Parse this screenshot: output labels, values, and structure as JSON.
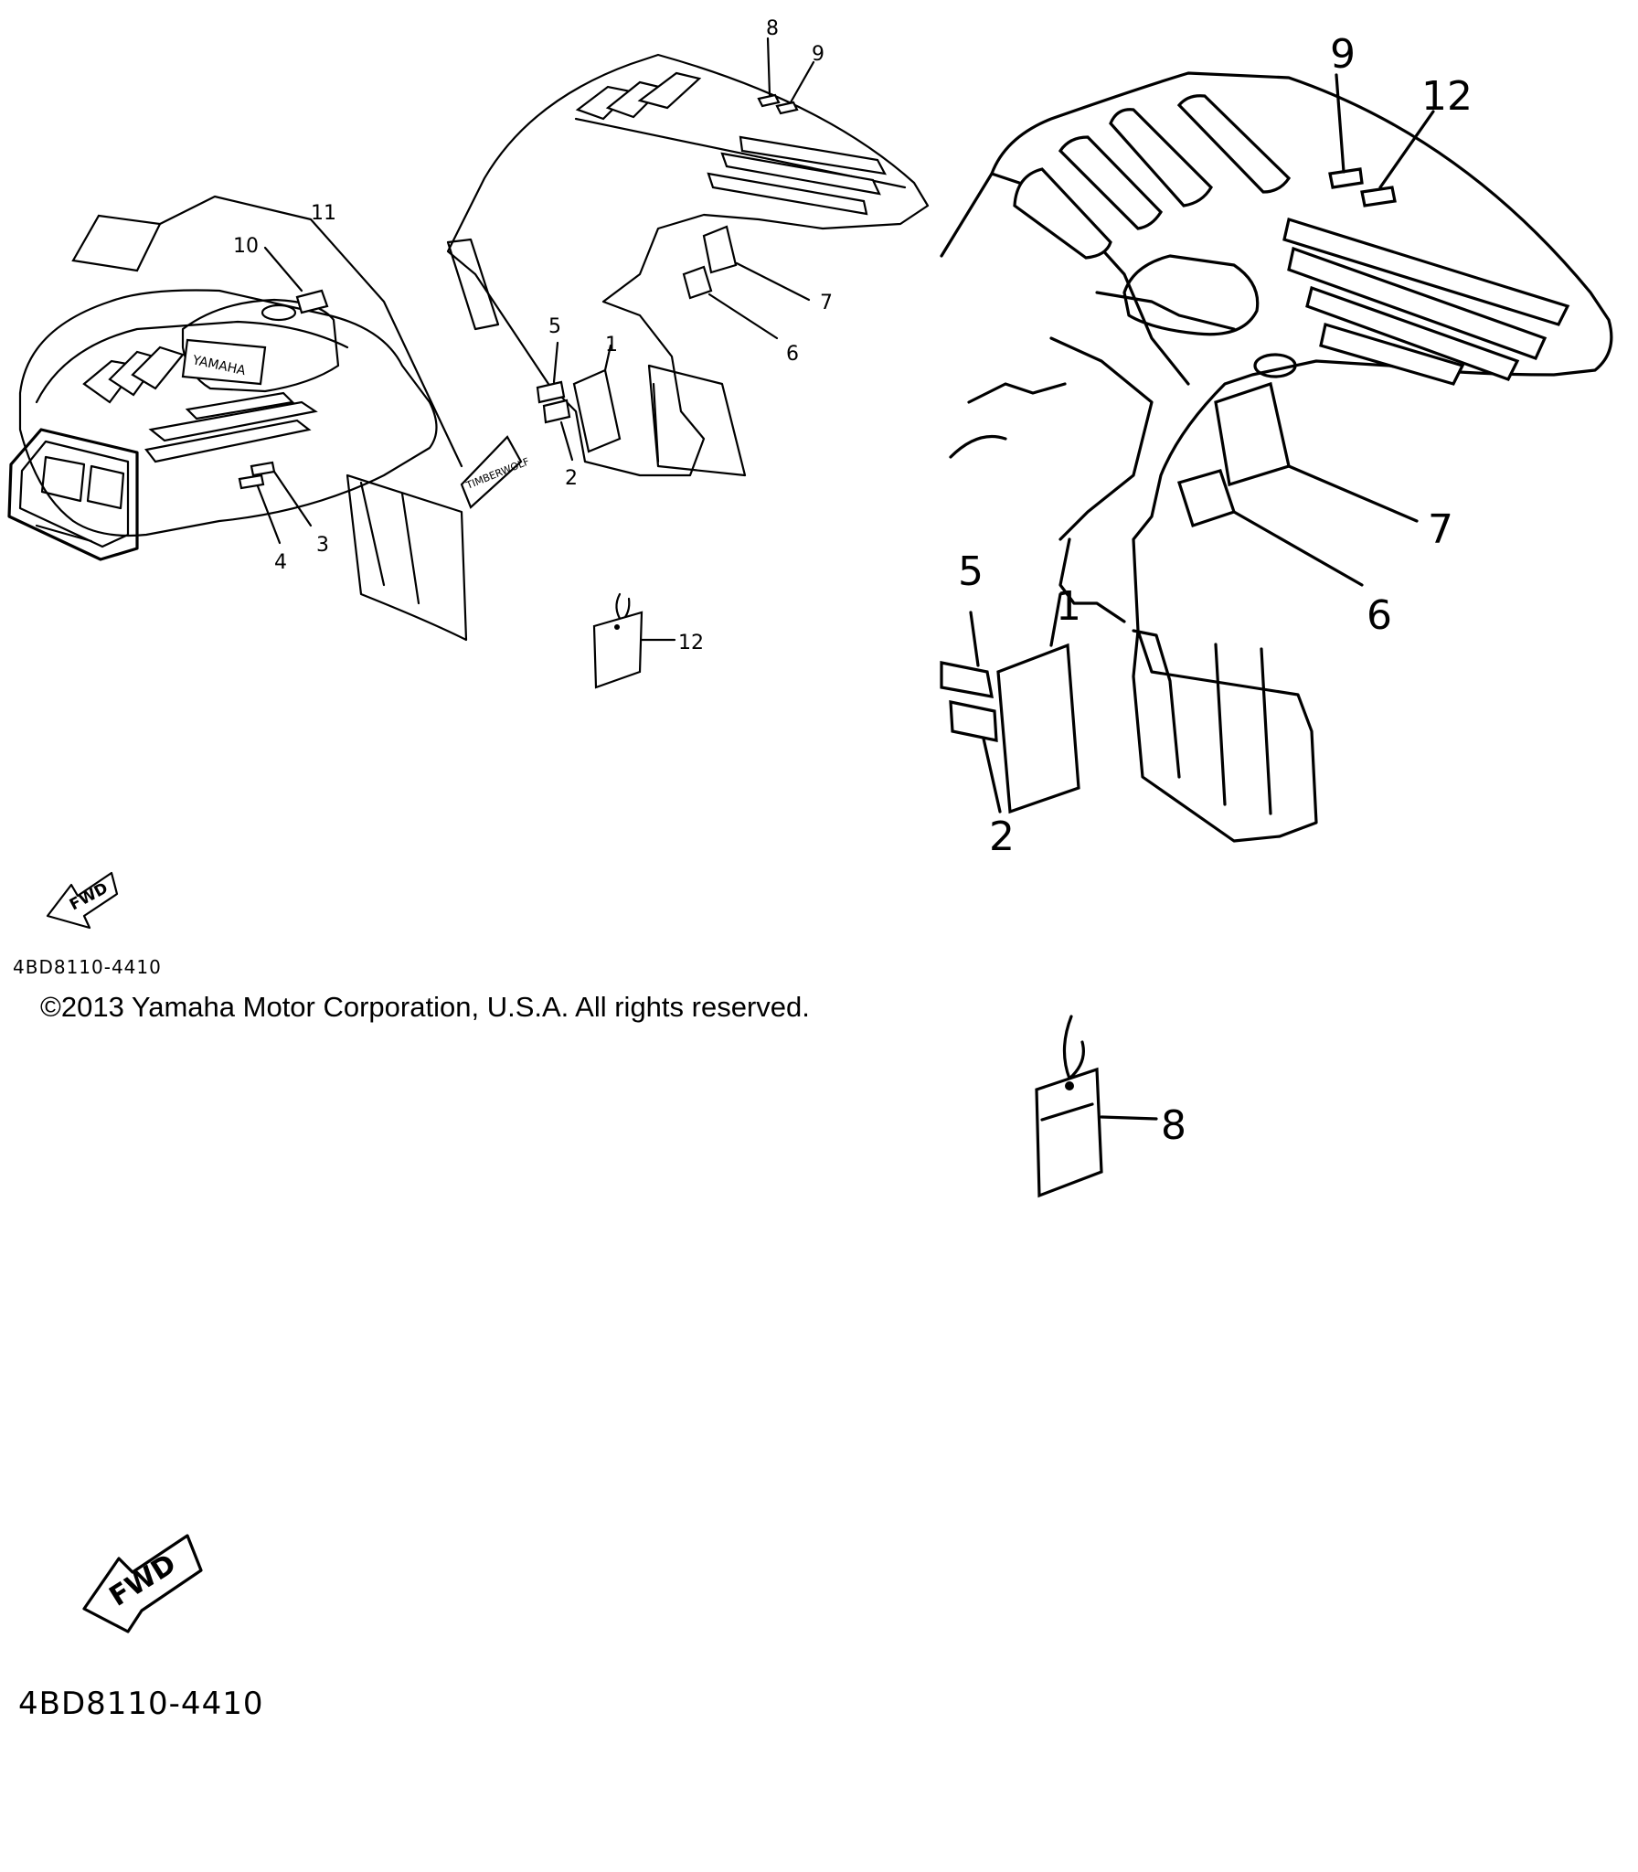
{
  "diagram": {
    "small_view": {
      "callouts": [
        {
          "id": "1",
          "text": "1"
        },
        {
          "id": "2",
          "text": "2"
        },
        {
          "id": "3",
          "text": "3"
        },
        {
          "id": "4",
          "text": "4"
        },
        {
          "id": "5",
          "text": "5"
        },
        {
          "id": "6",
          "text": "6"
        },
        {
          "id": "7",
          "text": "7"
        },
        {
          "id": "8",
          "text": "8"
        },
        {
          "id": "9",
          "text": "9"
        },
        {
          "id": "10",
          "text": "10"
        },
        {
          "id": "11",
          "text": "11"
        },
        {
          "id": "12",
          "text": "12"
        }
      ],
      "decal_yamaha": "YAMAHA",
      "decal_timberwolf": "TIMBERWOLF",
      "fwd_label": "FWD",
      "diagram_code": "4BD8110-4410"
    },
    "zoom_view": {
      "callouts": [
        {
          "id": "1",
          "text": "1"
        },
        {
          "id": "2",
          "text": "2"
        },
        {
          "id": "5",
          "text": "5"
        },
        {
          "id": "6",
          "text": "6"
        },
        {
          "id": "7",
          "text": "7"
        },
        {
          "id": "8",
          "text": "8"
        },
        {
          "id": "9",
          "text": "9"
        },
        {
          "id": "12",
          "text": "12"
        }
      ],
      "fwd_label": "FWD",
      "diagram_code": "4BD8110-4410"
    },
    "copyright": "©2013 Yamaha Motor Corporation, U.S.A. All rights reserved."
  }
}
